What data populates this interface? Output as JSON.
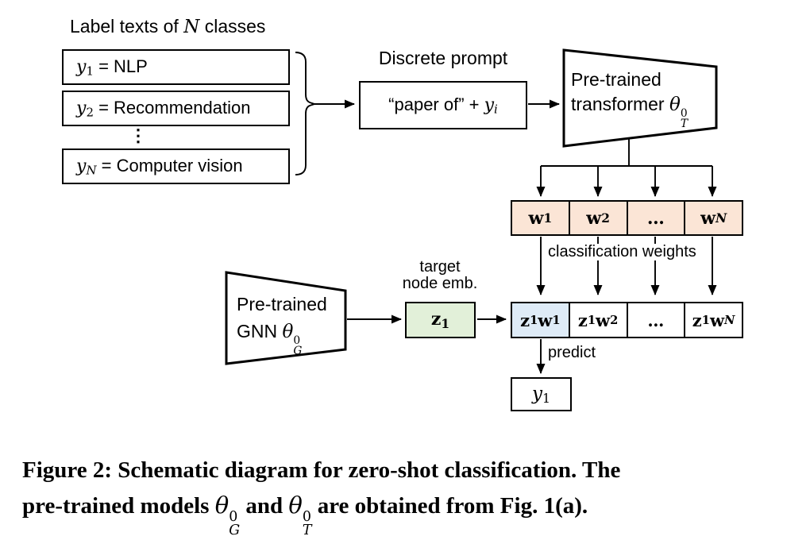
{
  "colors": {
    "line": "#000000",
    "weights_fill": "#fbe5d6",
    "z1w1_fill": "#deebf7",
    "z1_fill": "#e2f0d9"
  },
  "label_group": {
    "title": {
      "pre": "Label texts of ",
      "n": "N",
      "post": " classes"
    },
    "items": [
      {
        "v": "y",
        "s": "1",
        "rest": " = NLP"
      },
      {
        "v": "y",
        "s": "2",
        "rest": " = Recommendation"
      },
      {
        "v": "y",
        "s": "N",
        "rest": " = Computer vision"
      }
    ],
    "dots": "⋮"
  },
  "prompt": {
    "title": "Discrete prompt",
    "text": "“paper of” + ",
    "v": "y",
    "s": "i"
  },
  "transformer": {
    "l1": "Pre-trained",
    "l2": "transformer ",
    "theta": "θ",
    "sup": "0",
    "sub": "T"
  },
  "gnn": {
    "l1": "Pre-trained",
    "l2": "GNN ",
    "theta": "θ",
    "sup": "0",
    "sub": "G"
  },
  "weights": {
    "cells": [
      {
        "v": "w",
        "s": "1"
      },
      {
        "v": "w",
        "s": "2"
      },
      {
        "v": "…",
        "s": ""
      },
      {
        "v": "w",
        "s": "N"
      }
    ],
    "caption": "classification weights"
  },
  "scores": {
    "cells": [
      {
        "a": "z",
        "as": "1",
        "b": "w",
        "bs": "1"
      },
      {
        "a": "z",
        "as": "1",
        "b": "w",
        "bs": "2"
      },
      {
        "a": "…",
        "as": "",
        "b": "",
        "bs": ""
      },
      {
        "a": "z",
        "as": "1",
        "b": "w",
        "bs": "N"
      }
    ]
  },
  "target": {
    "l1": "target",
    "l2": "node emb.",
    "v": "z",
    "s": "1"
  },
  "predict_label": "predict",
  "output": {
    "v": "y",
    "s": "1"
  },
  "caption": {
    "l1": "Figure 2: Schematic diagram for zero-shot classification. The",
    "l2a": "pre-trained models ",
    "theta1": "θ",
    "sup1": "0",
    "sub1": "G",
    "l2b": " and ",
    "theta2": "θ",
    "sup2": "0",
    "sub2": "T",
    "l2c": " are obtained from Fig. 1(a)."
  }
}
